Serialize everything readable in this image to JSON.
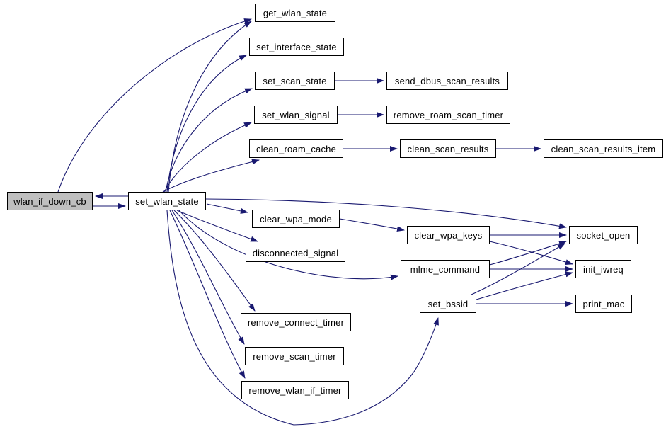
{
  "diagram": {
    "type": "call-graph",
    "colors": {
      "background": "#ffffff",
      "edge": "#191970",
      "node_border": "#000000",
      "node_fill": "#ffffff",
      "highlight_fill": "#bfbfbf",
      "text": "#000000"
    },
    "nodes": [
      {
        "id": "wlan_if_down_cb",
        "label": "wlan_if_down_cb",
        "highlighted": true
      },
      {
        "id": "set_wlan_state",
        "label": "set_wlan_state",
        "highlighted": false
      },
      {
        "id": "get_wlan_state",
        "label": "get_wlan_state",
        "highlighted": false
      },
      {
        "id": "set_interface_state",
        "label": "set_interface_state",
        "highlighted": false
      },
      {
        "id": "set_scan_state",
        "label": "set_scan_state",
        "highlighted": false
      },
      {
        "id": "send_dbus_scan_results",
        "label": "send_dbus_scan_results",
        "highlighted": false
      },
      {
        "id": "set_wlan_signal",
        "label": "set_wlan_signal",
        "highlighted": false
      },
      {
        "id": "remove_roam_scan_timer",
        "label": "remove_roam_scan_timer",
        "highlighted": false
      },
      {
        "id": "clean_roam_cache",
        "label": "clean_roam_cache",
        "highlighted": false
      },
      {
        "id": "clean_scan_results",
        "label": "clean_scan_results",
        "highlighted": false
      },
      {
        "id": "clean_scan_results_item",
        "label": "clean_scan_results_item",
        "highlighted": false
      },
      {
        "id": "clear_wpa_mode",
        "label": "clear_wpa_mode",
        "highlighted": false
      },
      {
        "id": "disconnected_signal",
        "label": "disconnected_signal",
        "highlighted": false
      },
      {
        "id": "clear_wpa_keys",
        "label": "clear_wpa_keys",
        "highlighted": false
      },
      {
        "id": "socket_open",
        "label": "socket_open",
        "highlighted": false
      },
      {
        "id": "mlme_command",
        "label": "mlme_command",
        "highlighted": false
      },
      {
        "id": "init_iwreq",
        "label": "init_iwreq",
        "highlighted": false
      },
      {
        "id": "set_bssid",
        "label": "set_bssid",
        "highlighted": false
      },
      {
        "id": "print_mac",
        "label": "print_mac",
        "highlighted": false
      },
      {
        "id": "remove_connect_timer",
        "label": "remove_connect_timer",
        "highlighted": false
      },
      {
        "id": "remove_scan_timer",
        "label": "remove_scan_timer",
        "highlighted": false
      },
      {
        "id": "remove_wlan_if_timer",
        "label": "remove_wlan_if_timer",
        "highlighted": false
      }
    ],
    "edges": [
      {
        "from": "wlan_if_down_cb",
        "to": "set_wlan_state"
      },
      {
        "from": "set_wlan_state",
        "to": "wlan_if_down_cb"
      },
      {
        "from": "wlan_if_down_cb",
        "to": "get_wlan_state"
      },
      {
        "from": "set_wlan_state",
        "to": "get_wlan_state"
      },
      {
        "from": "set_wlan_state",
        "to": "set_interface_state"
      },
      {
        "from": "set_wlan_state",
        "to": "set_scan_state"
      },
      {
        "from": "set_scan_state",
        "to": "send_dbus_scan_results"
      },
      {
        "from": "set_wlan_state",
        "to": "set_wlan_signal"
      },
      {
        "from": "set_wlan_signal",
        "to": "remove_roam_scan_timer"
      },
      {
        "from": "set_wlan_state",
        "to": "clean_roam_cache"
      },
      {
        "from": "clean_roam_cache",
        "to": "clean_scan_results"
      },
      {
        "from": "clean_scan_results",
        "to": "clean_scan_results_item"
      },
      {
        "from": "set_wlan_state",
        "to": "clear_wpa_mode"
      },
      {
        "from": "clear_wpa_mode",
        "to": "clear_wpa_keys"
      },
      {
        "from": "set_wlan_state",
        "to": "disconnected_signal"
      },
      {
        "from": "set_wlan_state",
        "to": "socket_open"
      },
      {
        "from": "clear_wpa_keys",
        "to": "socket_open"
      },
      {
        "from": "clear_wpa_keys",
        "to": "init_iwreq"
      },
      {
        "from": "set_wlan_state",
        "to": "mlme_command"
      },
      {
        "from": "mlme_command",
        "to": "socket_open"
      },
      {
        "from": "mlme_command",
        "to": "init_iwreq"
      },
      {
        "from": "set_bssid",
        "to": "socket_open"
      },
      {
        "from": "set_bssid",
        "to": "init_iwreq"
      },
      {
        "from": "set_bssid",
        "to": "print_mac"
      },
      {
        "from": "set_wlan_state",
        "to": "remove_connect_timer"
      },
      {
        "from": "set_wlan_state",
        "to": "remove_scan_timer"
      },
      {
        "from": "set_wlan_state",
        "to": "remove_wlan_if_timer"
      },
      {
        "from": "set_wlan_state",
        "to": "set_bssid"
      }
    ]
  }
}
